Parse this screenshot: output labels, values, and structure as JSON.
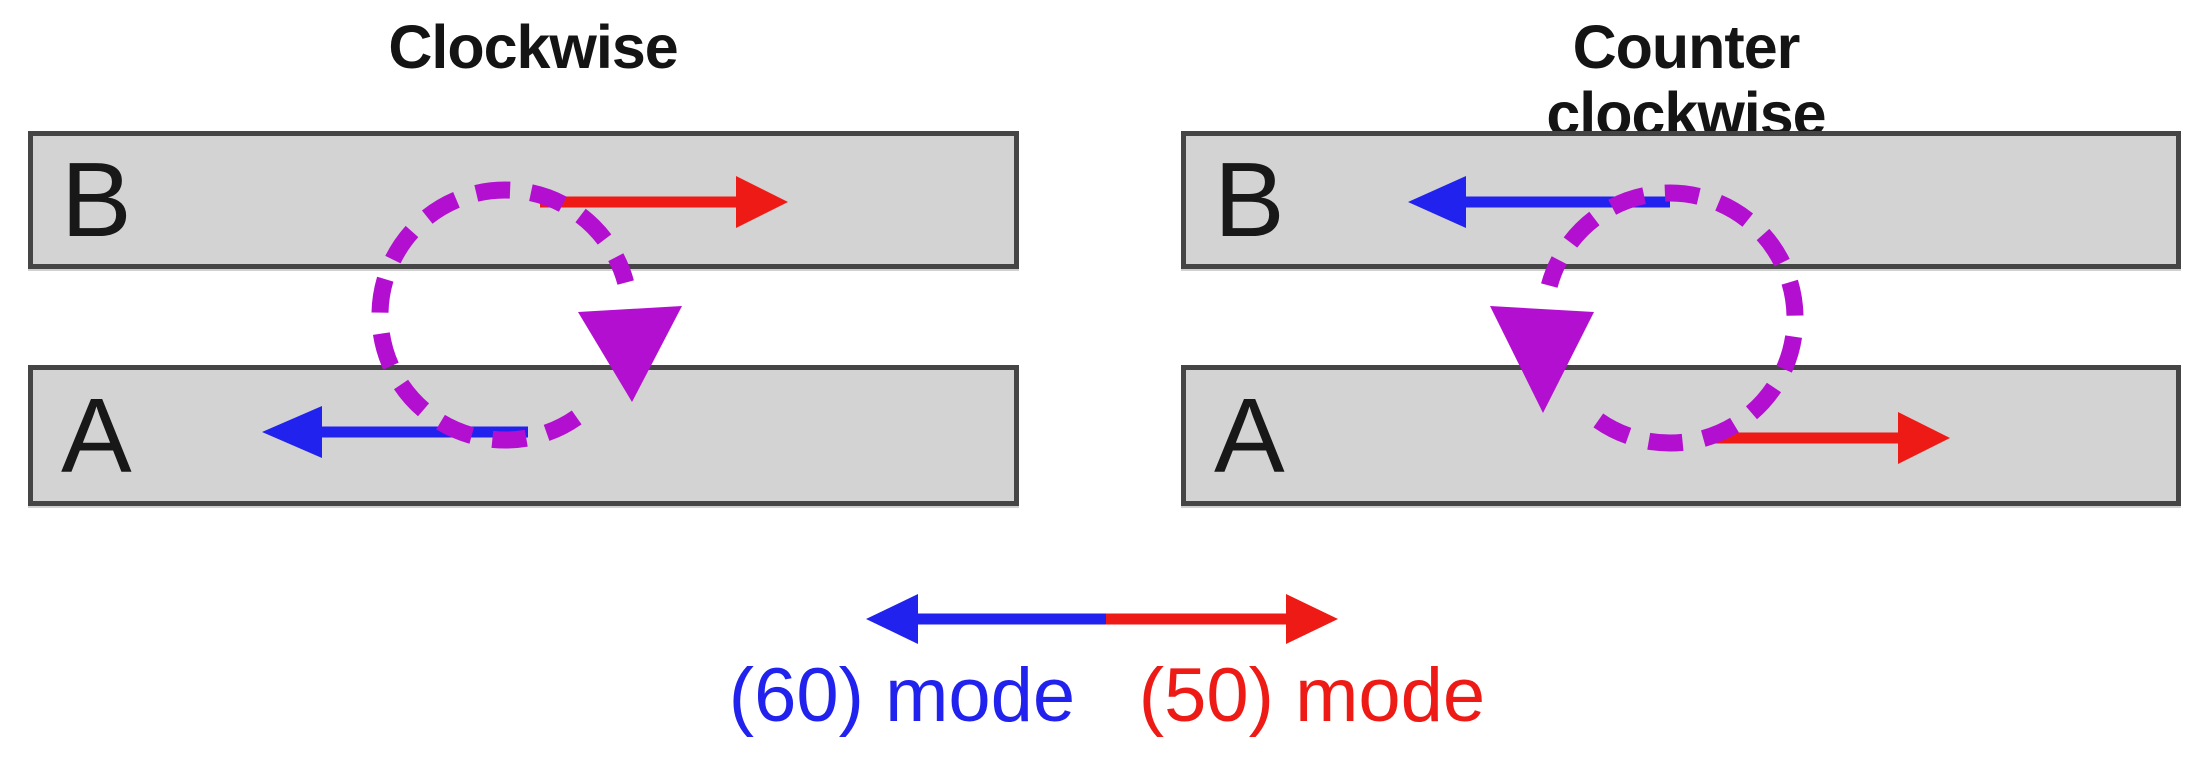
{
  "panels": [
    {
      "title": "Clockwise",
      "rotation_direction": "clockwise",
      "bars": [
        {
          "label": "B",
          "arrow": {
            "direction": "right",
            "color": "#ee1a15",
            "mode": "(50) mode"
          }
        },
        {
          "label": "A",
          "arrow": {
            "direction": "left",
            "color": "#2222ee",
            "mode": "(60) mode"
          }
        }
      ]
    },
    {
      "title": "Counter clockwise",
      "rotation_direction": "counter-clockwise",
      "bars": [
        {
          "label": "B",
          "arrow": {
            "direction": "left",
            "color": "#2222ee",
            "mode": "(60) mode"
          }
        },
        {
          "label": "A",
          "arrow": {
            "direction": "right",
            "color": "#ee1a15",
            "mode": "(50) mode"
          }
        }
      ]
    }
  ],
  "legend": {
    "left": {
      "label": "(60) mode",
      "color": "#2222ee",
      "arrow_direction": "left"
    },
    "right": {
      "label": "(50) mode",
      "color": "#ee1a15",
      "arrow_direction": "right"
    }
  },
  "colors": {
    "mode50_red": "#ee1a15",
    "mode60_blue": "#2222ee",
    "rotation_purple": "#b30fd0",
    "bar_fill": "#d3d3d3",
    "bar_border": "#454545",
    "text_black": "#141414",
    "background": "#ffffff"
  }
}
